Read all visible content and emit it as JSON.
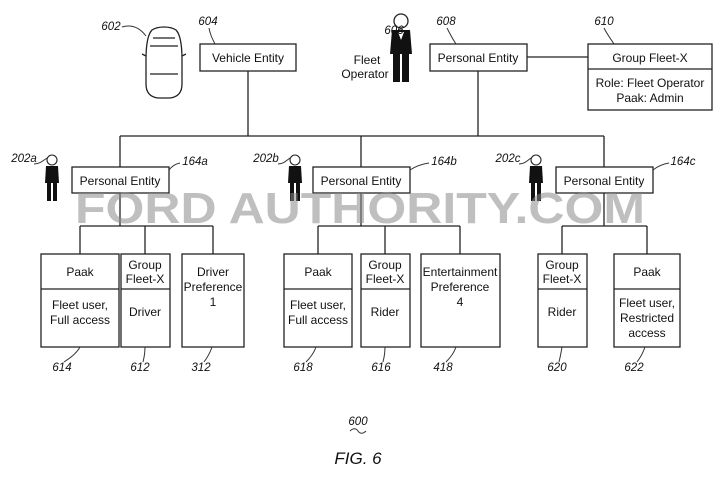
{
  "top": {
    "vehicle_entity": {
      "label": "Vehicle Entity",
      "ref": "604"
    },
    "car": {
      "ref": "602",
      "icon": "car-icon"
    },
    "fleet_operator": {
      "line1": "Fleet",
      "line2": "Operator",
      "ref": "606",
      "icon": "person-icon"
    },
    "personal_entity": {
      "label": "Personal Entity",
      "ref": "608"
    },
    "group_fleet": {
      "title": "Group Fleet-X",
      "role": "Role: Fleet Operator",
      "paak": "Paak: Admin",
      "ref": "610"
    }
  },
  "users": [
    {
      "person_ref": "202a",
      "entity_label": "Personal Entity",
      "entity_ref": "164a"
    },
    {
      "person_ref": "202b",
      "entity_label": "Personal Entity",
      "entity_ref": "164b"
    },
    {
      "person_ref": "202c",
      "entity_label": "Personal Entity",
      "entity_ref": "164c"
    }
  ],
  "leaves": [
    {
      "line1": "Paak",
      "line2": "",
      "line3": "",
      "body1": "Fleet user,",
      "body2": "Full access",
      "body3": "",
      "ref": "614"
    },
    {
      "line1": "Group",
      "line2": "Fleet-X",
      "line3": "",
      "body1": "Driver",
      "body2": "",
      "body3": "",
      "ref": "612"
    },
    {
      "line1": "Driver",
      "line2": "Preference",
      "line3": "1",
      "body1": "",
      "body2": "",
      "body3": "",
      "ref": "312"
    },
    {
      "line1": "Paak",
      "line2": "",
      "line3": "",
      "body1": "Fleet user,",
      "body2": "Full access",
      "body3": "",
      "ref": "618"
    },
    {
      "line1": "Group",
      "line2": "Fleet-X",
      "line3": "",
      "body1": "Rider",
      "body2": "",
      "body3": "",
      "ref": "616"
    },
    {
      "line1": "Entertainment",
      "line2": "Preference",
      "line3": "4",
      "body1": "",
      "body2": "",
      "body3": "",
      "ref": "418"
    },
    {
      "line1": "Group",
      "line2": "Fleet-X",
      "line3": "",
      "body1": "Rider",
      "body2": "",
      "body3": "",
      "ref": "620"
    },
    {
      "line1": "Paak",
      "line2": "",
      "line3": "",
      "body1": "Fleet user,",
      "body2": "Restricted",
      "body3": "access",
      "ref": "622"
    }
  ],
  "figure": {
    "ref": "600",
    "caption": "FIG. 6"
  },
  "watermark": {
    "text": "FORD AUTHORITY.COM"
  }
}
